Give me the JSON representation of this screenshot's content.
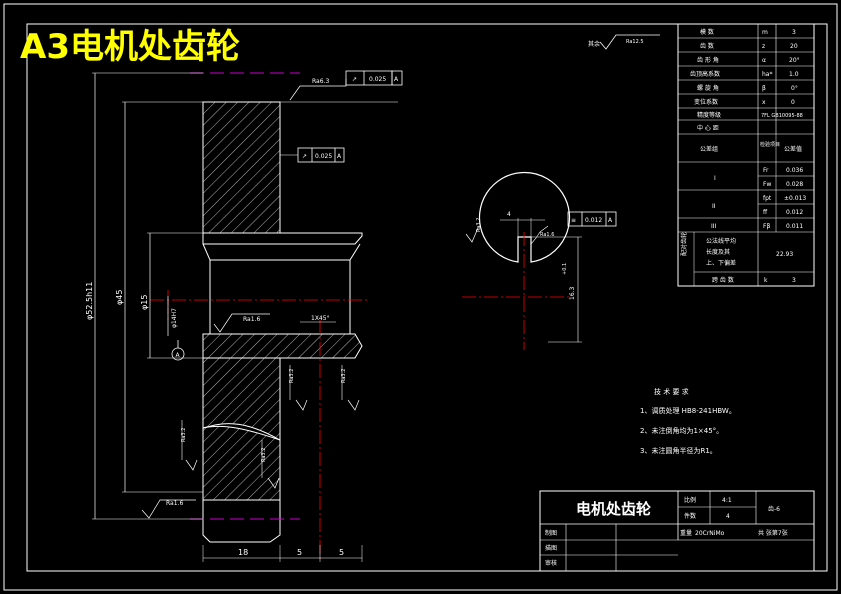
{
  "drawing_title": "A3电机处齿轮",
  "roughness_other": "其余",
  "roughness_other_value": "Ra12.5",
  "gear_params": {
    "rows": [
      {
        "label": "模 数",
        "symbol": "m",
        "value": "3"
      },
      {
        "label": "齿 数",
        "symbol": "z",
        "value": "20"
      },
      {
        "label": "齿 形 角",
        "symbol": "α",
        "value": "20°"
      },
      {
        "label": "齿顶高系数",
        "symbol": "ha*",
        "value": "1.0"
      },
      {
        "label": "螺 旋 角",
        "symbol": "β",
        "value": "0°"
      },
      {
        "label": "变位系数",
        "symbol": "x",
        "value": "0"
      },
      {
        "label": "精度等级",
        "symbol": "",
        "value": "7FL GB10095-88"
      },
      {
        "label": "中 心 距",
        "symbol": "",
        "value": ""
      }
    ],
    "check_group_label": "公差组",
    "check_item_header": "检验项目",
    "check_value_header": "公差值",
    "check_rows": [
      {
        "group": "I",
        "item": "Fr",
        "value": "0.036"
      },
      {
        "group": "",
        "item": "Fw",
        "value": "0.028"
      },
      {
        "group": "II",
        "item": "fpt",
        "value": "±0.013"
      },
      {
        "group": "",
        "item": "ff",
        "value": "0.012"
      },
      {
        "group": "III",
        "item": "Fβ",
        "value": "0.011"
      }
    ],
    "pair_label": "配对齿轮",
    "pair_desc_lines": [
      "公法线平均",
      "长度及其",
      "上、下偏差"
    ],
    "pair_value": "22.93",
    "pair_teeth_label": "跨 齿 数",
    "pair_teeth_symbol": "k",
    "pair_teeth_value": "3"
  },
  "annotations": {
    "runout_top": "0.025",
    "runout_top_ref": "A",
    "runout_mid": "0.025",
    "runout_mid_ref": "A",
    "sym_tol": "0.012",
    "sym_ref": "A",
    "ra_top": "Ra6.3",
    "ra_bore": "Ra1.6",
    "ra_keyway": "Ra1.6",
    "ra_bottom": "Ra1.6",
    "ra_small_1": "Ra3.2",
    "ra_small_2": "Ra3.2",
    "ra_small_3": "Ra3.2",
    "ra_small_4": "Ra3.2",
    "ra_key_left": "Ra3.2",
    "datum_label": "A"
  },
  "dimensions": {
    "d_outer": "φ52.5h11",
    "d_pitch": "φ45",
    "d_mid": "φ15",
    "d_bore": "φ14H7",
    "chamfer": "1X45°",
    "width_total": "18",
    "width_a": "5",
    "width_b": "5",
    "key_width": "4",
    "key_depth": "16.3",
    "key_tol": "+0.1"
  },
  "tech_requirements": {
    "title": "技 术 要 求",
    "items": [
      "1、调质处理 HB8-241HBW。",
      "2、未注倒角均为1×45°。",
      "3、未注圆角半径为R1。"
    ]
  },
  "title_block": {
    "part_name": "电机处齿轮",
    "scale_label": "比例",
    "scale_value": "4:1",
    "quantity_label": "件数",
    "quantity_value": "4",
    "material_label": "重量",
    "material_value": "20CrNiMo",
    "sheet_text": "共  张第7张",
    "drawing_no": "齿-6",
    "designer_label": "制图",
    "checker_label": "描图",
    "approver_label": "审核"
  },
  "colors": {
    "background": "#000000",
    "line": "#ffffff",
    "centerline": "#ff0000",
    "phantom": "#cc00cc",
    "title": "#ffff00"
  }
}
